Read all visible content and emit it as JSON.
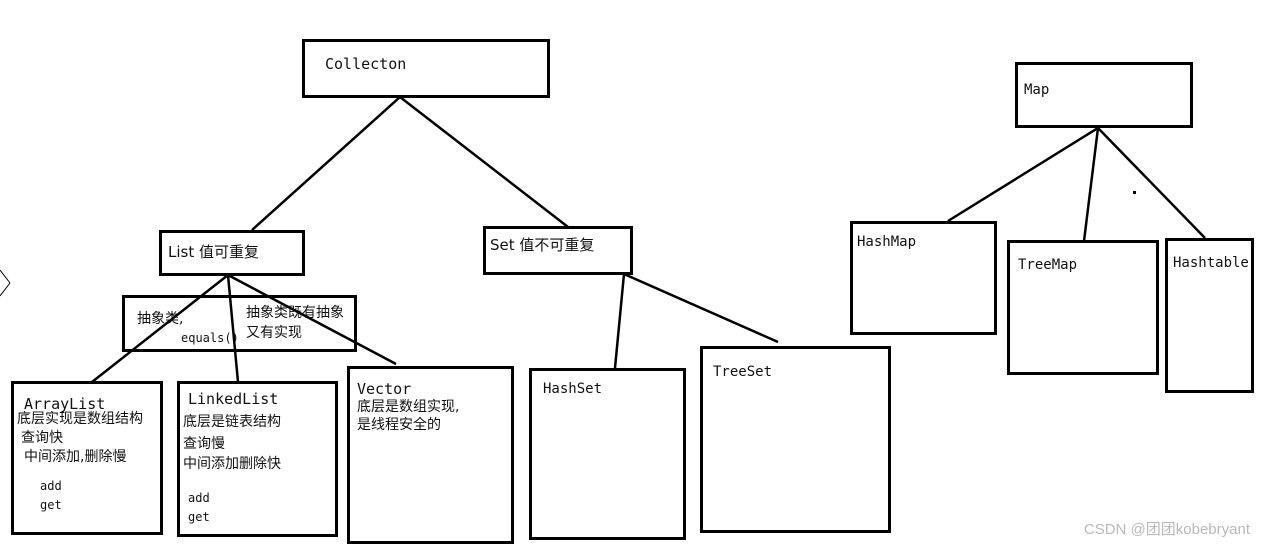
{
  "nodes": {
    "collection": {
      "label": "Collecton"
    },
    "map": {
      "label": "Map"
    },
    "list": {
      "label": "List 值可重复"
    },
    "set": {
      "label": "Set 值不可重复"
    },
    "abstract_note": {
      "left_line1": "抽象类,",
      "left_line2": "equals()",
      "right_line1": "抽象类既有抽象",
      "right_line2": "又有实现"
    },
    "arraylist": {
      "title": "ArrayList",
      "notes": [
        "底层实现是数组结构",
        "查询快",
        "中间添加,删除慢"
      ],
      "methods": [
        "add",
        "get"
      ]
    },
    "linkedlist": {
      "title": "LinkedList",
      "notes": [
        "底层是链表结构",
        "查询慢",
        "中间添加删除快"
      ],
      "methods": [
        "add",
        "get"
      ]
    },
    "vector": {
      "title": "Vector",
      "notes": [
        "底层是数组实现,",
        "是线程安全的"
      ]
    },
    "hashset": {
      "label": "HashSet"
    },
    "treeset": {
      "label": "TreeSet"
    },
    "hashmap": {
      "label": "HashMap"
    },
    "treemap": {
      "label": "TreeMap"
    },
    "hashtable": {
      "label": "Hashtable"
    }
  },
  "watermark": "CSDN @团团kobebryant"
}
